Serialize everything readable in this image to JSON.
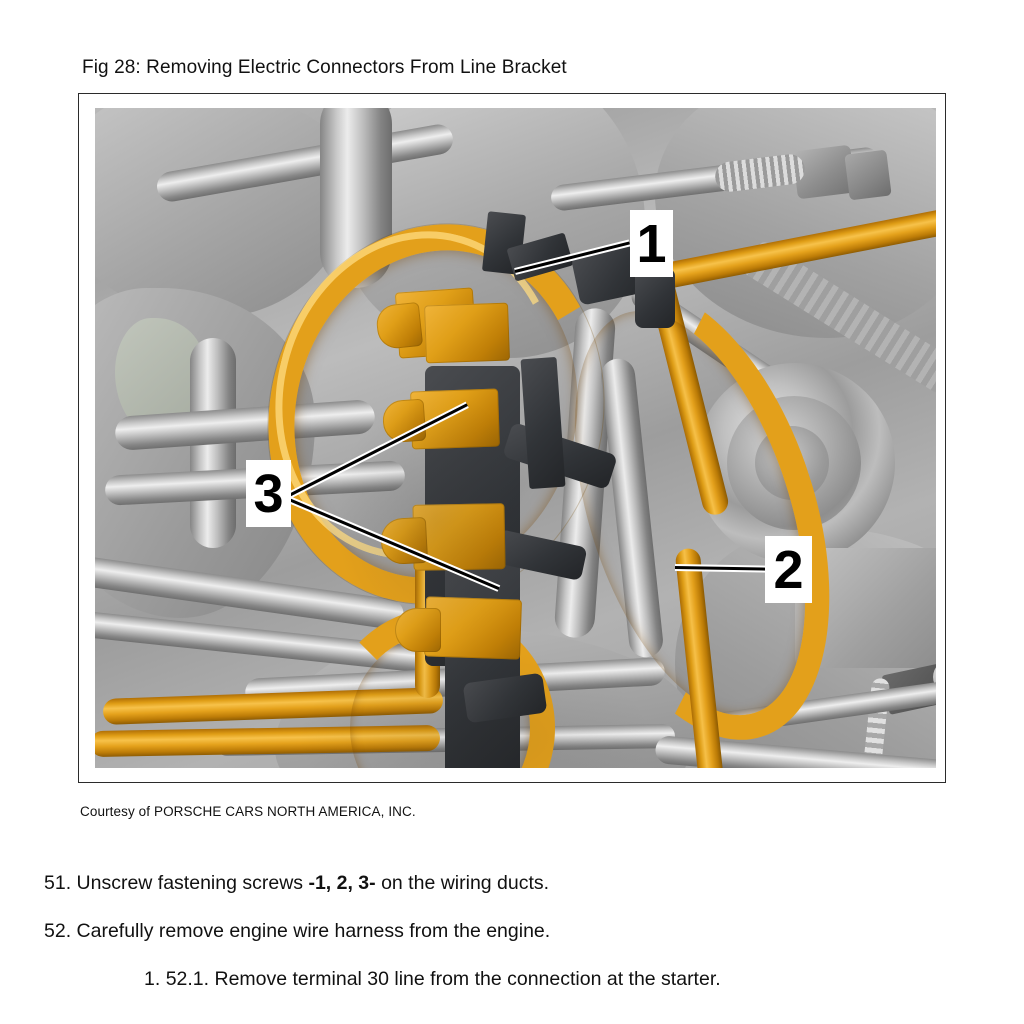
{
  "figure": {
    "title": "Fig 28: Removing Electric Connectors From Line Bracket",
    "caption": "Courtesy of PORSCHE CARS NORTH AMERICA, INC.",
    "alt": "Grayscale engine bay illustration with orange electrical connectors and cables mounted on a line bracket",
    "callouts": [
      {
        "id": "1",
        "label": "1",
        "target": "upper line bracket fastening screw"
      },
      {
        "id": "2",
        "label": "2",
        "target": "right side fastening screw"
      },
      {
        "id": "3",
        "label": "3",
        "target": "left side fastening screws"
      }
    ],
    "colors": {
      "cable": "#e3a01b",
      "connector": "#e09f18",
      "bracket": "#313438",
      "metal": "#a5a5a5",
      "callout_bg": "#ffffff",
      "callout_fg": "#000000",
      "frame_border": "#2b2b2b"
    }
  },
  "steps": [
    {
      "number": "51.",
      "text_before": "Unscrew fastening screws ",
      "emphasis": "-1, 2, 3-",
      "text_after": " on the wiring ducts."
    },
    {
      "number": "52.",
      "text_before": "Carefully remove engine wire harness from the engine.",
      "emphasis": "",
      "text_after": ""
    }
  ],
  "substep": {
    "marker": "1.",
    "number": "52.1.",
    "text": "Remove terminal 30 line from the connection at the starter."
  }
}
